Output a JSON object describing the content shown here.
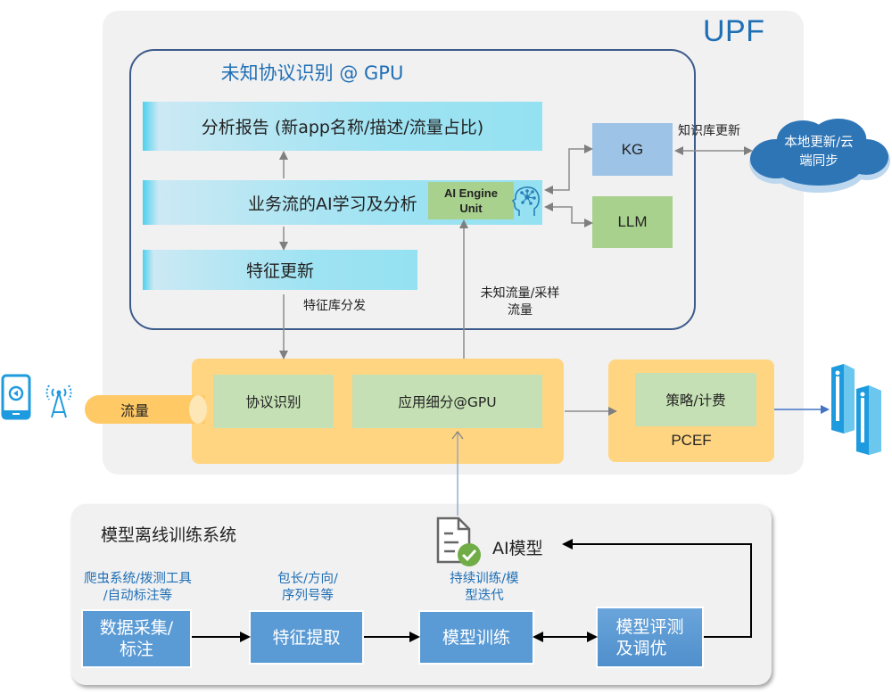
{
  "upf": {
    "title": "UPF"
  },
  "gpu_section": {
    "title": "未知协议识别 @ GPU",
    "analysis_report": "分析报告 (新app名称/描述/流量占比)",
    "ai_learning": "业务流的AI学习及分析",
    "feature_update": "特征更新",
    "ai_engine_line1": "AI Engine",
    "ai_engine_line2": "Unit",
    "kg": "KG",
    "llm": "LLM",
    "kb_update_label": "知识库更新",
    "feature_dist_label": "特征库分发",
    "unknown_flow_label_line1": "未知流量/采样",
    "unknown_flow_label_line2": "流量"
  },
  "cloud": {
    "line1": "本地更新/云",
    "line2": "端同步"
  },
  "pipeline": {
    "traffic": "流量",
    "protocol_recognition": "协议识别",
    "app_segmentation": "应用细分@GPU",
    "policy_billing": "策略/计费",
    "pcef": "PCEF"
  },
  "training": {
    "title": "模型离线训练系统",
    "ai_model": "AI模型",
    "notes": {
      "collection_line1": "爬虫系统/拨测工具",
      "collection_line2": "/自动标注等",
      "features_line1": "包长/方向/",
      "features_line2": "序列号等",
      "iteration_line1": "持续训练/模",
      "iteration_line2": "型迭代"
    },
    "steps": {
      "data_collection_line1": "数据采集/",
      "data_collection_line2": "标注",
      "feature_extraction": "特征提取",
      "model_training": "模型训练",
      "evaluation_line1": "模型评测",
      "evaluation_line2": "及调优"
    }
  },
  "colors": {
    "accent_blue": "#1f6fb5",
    "step_blue": "#5b9bd5",
    "pipeline_yellow": "#ffd581",
    "module_green": "#c5e0b4",
    "kg_blue": "#9dc3e6",
    "llm_green": "#a9d18e",
    "cloud_blue": "#2e75b6"
  }
}
